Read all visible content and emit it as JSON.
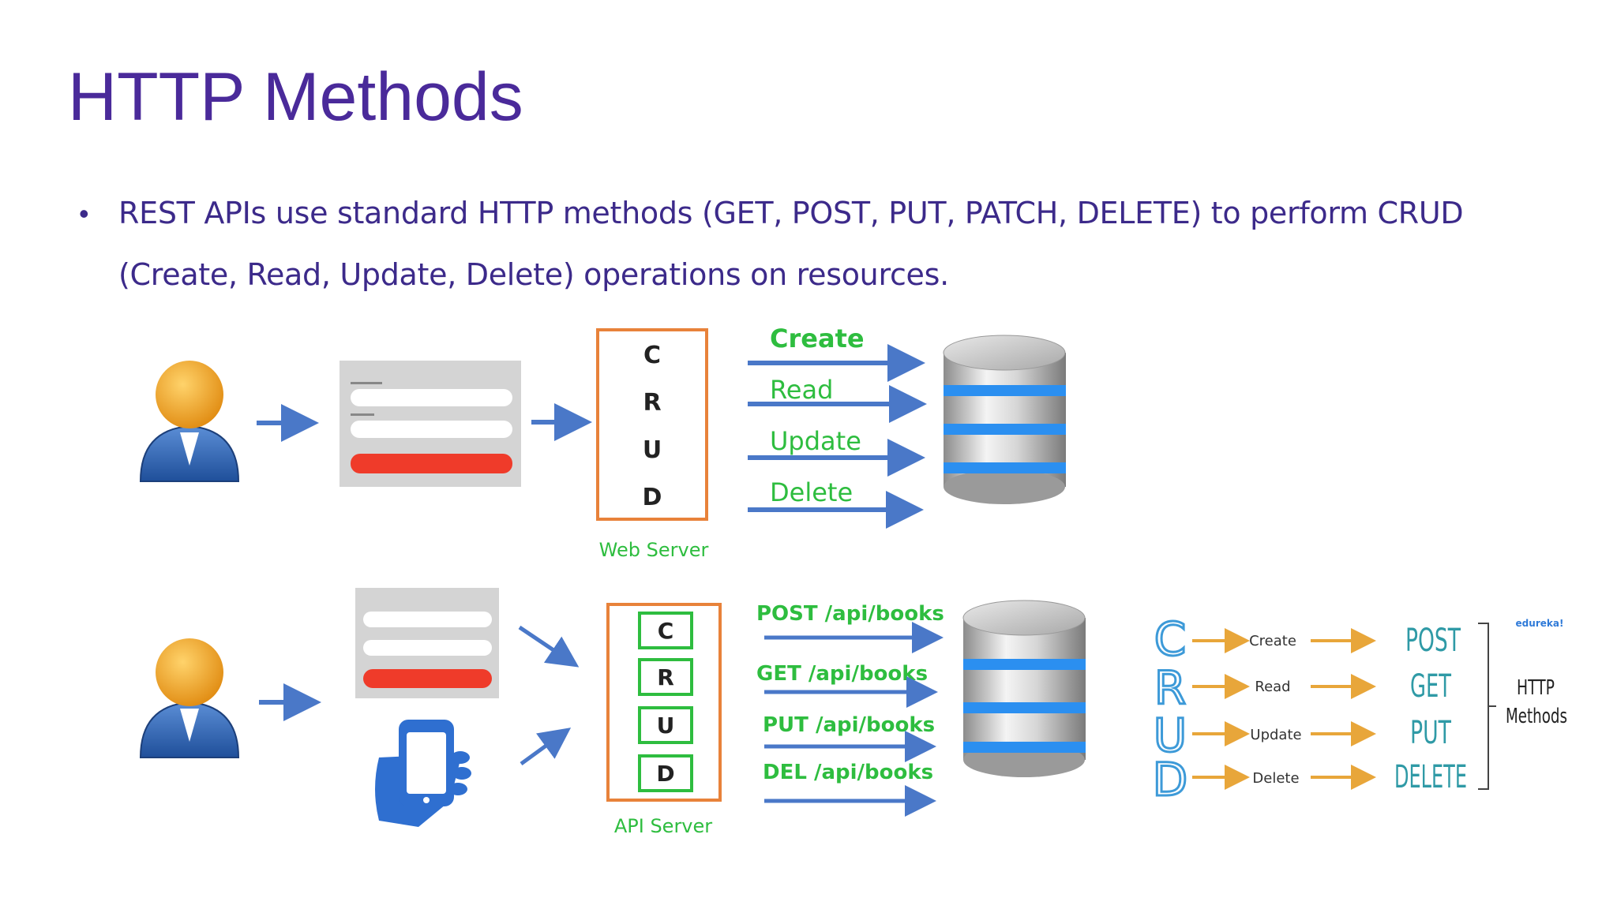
{
  "slide": {
    "title": "HTTP Methods",
    "bullet": {
      "line1": "REST APIs use standard HTTP methods (GET, POST, PUT, PATCH, DELETE) to perform CRUD",
      "line2": "(Create, Read, Update, Delete) operations on resources."
    }
  },
  "diagram_top": {
    "crud_letters": [
      "C",
      "R",
      "U",
      "D"
    ],
    "server_label": "Web Server",
    "operations": [
      "Create",
      "Read",
      "Update",
      "Delete"
    ]
  },
  "diagram_bottom": {
    "crud_letters": [
      "C",
      "R",
      "U",
      "D"
    ],
    "server_label": "API Server",
    "requests": [
      "POST /api/books",
      "GET /api/books",
      "PUT /api/books",
      "DEL /api/books"
    ]
  },
  "crud_mapping": {
    "letters": [
      "C",
      "R",
      "U",
      "D"
    ],
    "operations": [
      "Create",
      "Read",
      "Update",
      "Delete"
    ],
    "methods": [
      "POST",
      "GET",
      "PUT",
      "DELETE"
    ],
    "group_label_line1": "HTTP",
    "group_label_line2": "Methods",
    "brand": "edureka!"
  },
  "colors": {
    "title": "#4a2a9a",
    "bullet_text": "#3c2a8a",
    "operation_green": "#2ebd3f",
    "server_box_orange": "#e8823a",
    "arrow_blue": "#4a78c8",
    "crud_letter_blue": "#3d9ad8",
    "mapping_arrow_orange": "#e8a63a",
    "method_teal": "#2f9aa6",
    "database_stripe": "#2b8ff0"
  }
}
